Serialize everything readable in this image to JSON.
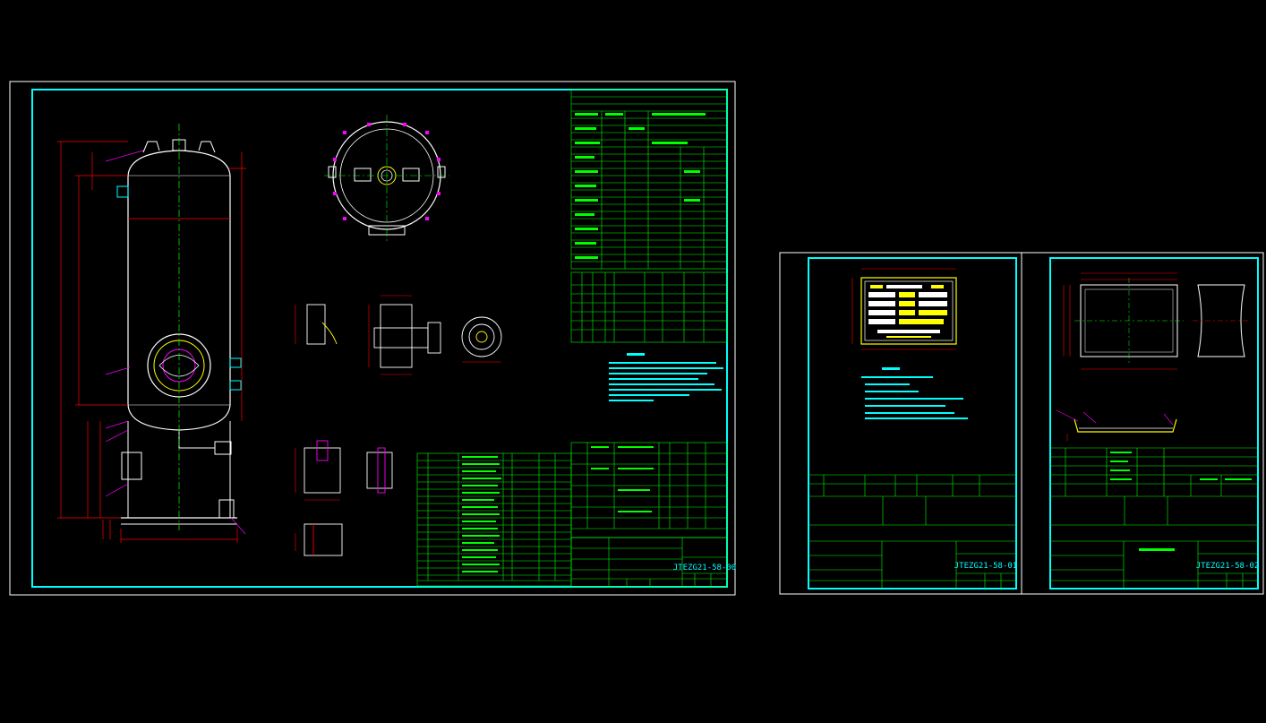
{
  "drawing_sheets": [
    {
      "id": "main-assembly",
      "drawing_number": "JTEZG21-58-00"
    },
    {
      "id": "nameplate",
      "drawing_number": "JTEZG21-58-01"
    },
    {
      "id": "nameplate-bracket",
      "drawing_number": "JTEZG21-58-02"
    }
  ],
  "colors": {
    "background": "#000000",
    "paper_border": "#ffffff",
    "frame_border": "#00ffff",
    "table_lines": "#00ff00",
    "notes_text": "#00ffff",
    "vessel_outline": "#ffffff",
    "dimension_lines": "#ff0000",
    "leader_lines": "#ff00ff",
    "centerline": "#00ff00",
    "nameplate_fill": "#ffff00"
  },
  "icons": {
    "compass": "circle-with-cross"
  }
}
